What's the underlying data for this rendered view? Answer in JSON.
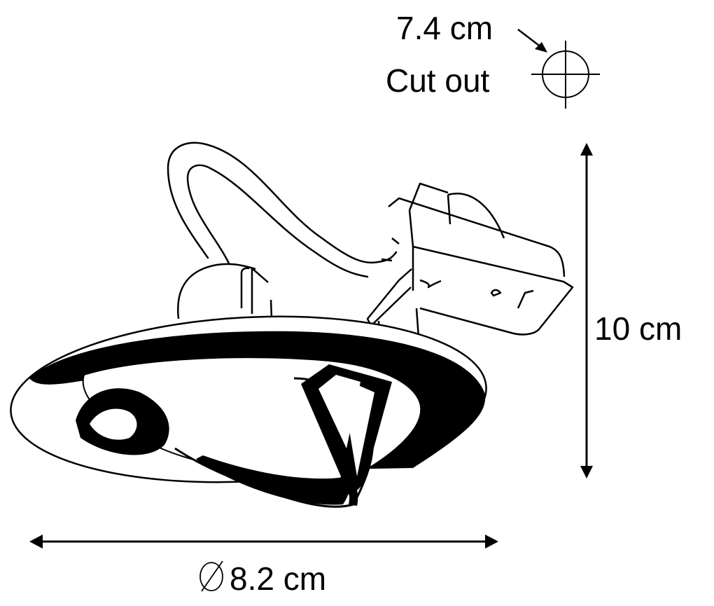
{
  "diagram": {
    "subject": "Recessed tiltable spotlight (downlight) with transformer/connector box",
    "cutout": {
      "dimension": "7.4 cm",
      "label": "Cut out",
      "icon": "crosshair-circle-icon"
    },
    "height": {
      "dimension": "10 cm",
      "orientation": "vertical"
    },
    "diameter": {
      "symbol": "∅",
      "dimension": "8.2 cm",
      "orientation": "horizontal"
    },
    "colors": {
      "line": "#000000",
      "background": "#ffffff"
    }
  }
}
